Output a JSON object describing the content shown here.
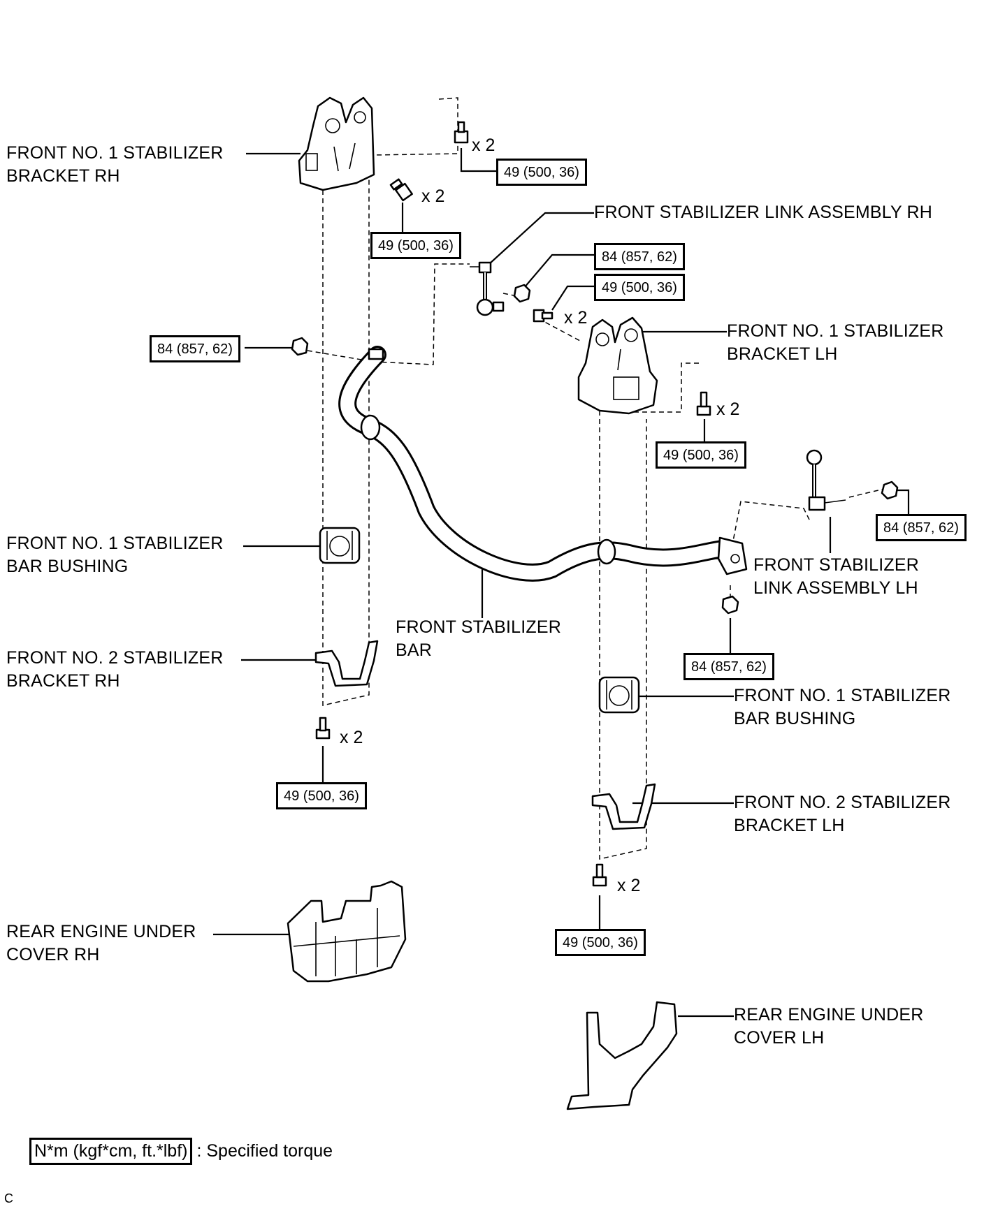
{
  "parts": {
    "bracket_rh_top": [
      "FRONT NO. 1 STABILIZER",
      "BRACKET RH"
    ],
    "link_rh": [
      "FRONT STABILIZER LINK ASSEMBLY RH"
    ],
    "bracket_lh_top": [
      "FRONT NO. 1 STABILIZER",
      "BRACKET LH"
    ],
    "bushing_rh": [
      "FRONT NO. 1 STABILIZER",
      "BAR BUSHING"
    ],
    "stabilizer_bar": [
      "FRONT STABILIZER",
      "BAR"
    ],
    "link_lh": [
      "FRONT STABILIZER",
      "LINK ASSEMBLY LH"
    ],
    "bracket2_rh": [
      "FRONT NO. 2 STABILIZER",
      "BRACKET RH"
    ],
    "bushing_lh": [
      "FRONT NO. 1 STABILIZER",
      "BAR BUSHING"
    ],
    "bracket2_lh": [
      "FRONT NO. 2 STABILIZER",
      "BRACKET LH"
    ],
    "cover_rh": [
      "REAR ENGINE UNDER",
      "COVER RH"
    ],
    "cover_lh": [
      "REAR ENGINE UNDER",
      "COVER LH"
    ]
  },
  "torques": {
    "t1": "49 (500, 36)",
    "t2": "49 (500, 36)",
    "t3": "84 (857, 62)",
    "t4": "49 (500, 36)",
    "t5": "84 (857, 62)",
    "t6": "49 (500, 36)",
    "t7": "84 (857, 62)",
    "t8": "84 (857, 62)",
    "t9": "49 (500, 36)",
    "t10": "49 (500, 36)"
  },
  "quantities": {
    "q1": "x 2",
    "q2": "x 2",
    "q3": "x 2",
    "q4": "x 2",
    "q5": "x 2",
    "q6": "x 2"
  },
  "legend": {
    "unit": "N*m (kgf*cm, ft.*lbf)",
    "text": ": Specified torque"
  },
  "corner_mark": "C"
}
